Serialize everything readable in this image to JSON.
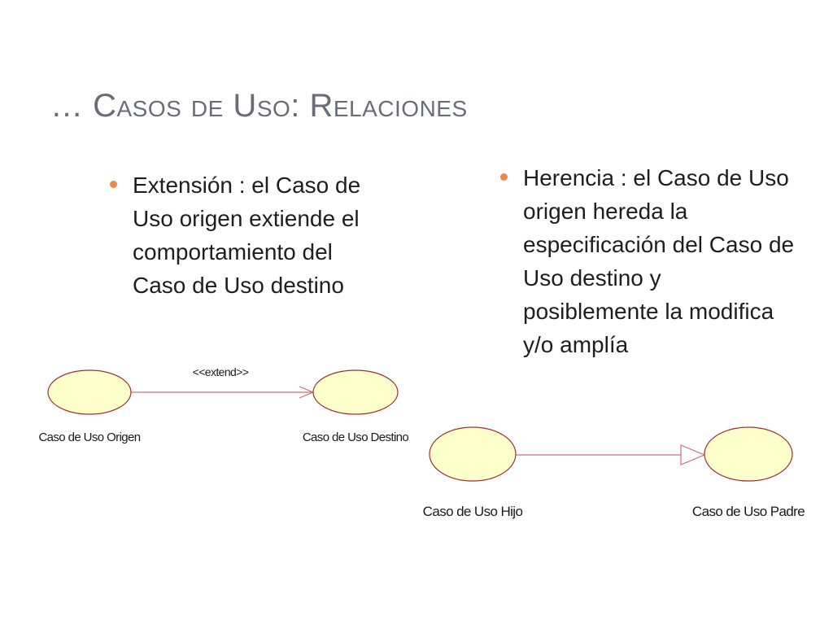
{
  "slide": {
    "title": "… Casos de Uso: Relaciones"
  },
  "bullets": {
    "extension": {
      "text": "Extensión : el Caso de Uso origen extiende el comportamiento del Caso de Uso destino"
    },
    "herencia": {
      "text": "Herencia : el Caso de Uso origen hereda la especificación del Caso de Uso destino y posiblemente la modifica y/o amplía"
    }
  },
  "diagram": {
    "extend": {
      "stereotype": "<<extend>>",
      "origin_label": "Caso de Uso Origen",
      "destination_label": "Caso de Uso Destino"
    },
    "generalization": {
      "child_label": "Caso de Uso Hijo",
      "parent_label": "Caso de Uso Padre"
    }
  },
  "colors": {
    "title": "#6a6d78",
    "bullet_marker": "#e8894b",
    "usecase_fill": "#ffffcc",
    "usecase_stroke": "#9a3333",
    "connector": "#c8707a"
  }
}
